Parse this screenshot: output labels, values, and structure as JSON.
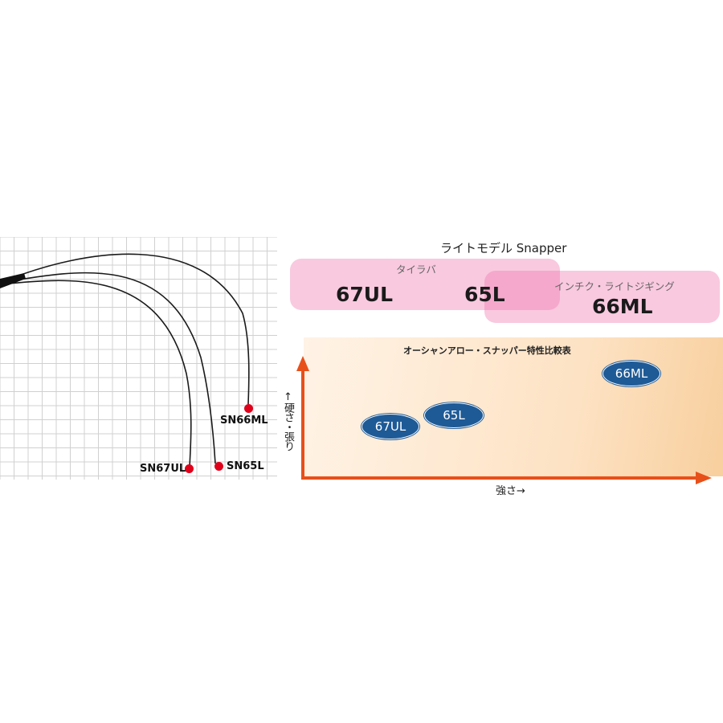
{
  "bend_chart": {
    "rods": [
      {
        "label": "SN66ML",
        "tip_color": "#e0001a"
      },
      {
        "label": "SN67UL",
        "tip_color": "#e0001a"
      },
      {
        "label": "SN65L",
        "tip_color": "#e0001a"
      }
    ]
  },
  "header": {
    "title": "ライトモデル Snapper"
  },
  "zones": [
    {
      "label": "タイラバ",
      "models": [
        "67UL",
        "65L"
      ],
      "color": "#f078af"
    },
    {
      "label": "インチク・ライトジギング",
      "models": [
        "66ML"
      ],
      "color": "#f078af"
    }
  ],
  "comparison_chart": {
    "title": "オーシャンアロー・スナッパー特性比較表",
    "y_axis_label": "↑硬さ・張り",
    "x_axis_label": "強さ→",
    "axis_color": "#e8501a",
    "pill_color": "#1e5a96",
    "models": [
      {
        "label": "67UL",
        "strength": 0.2,
        "stiffness": 0.38
      },
      {
        "label": "65L",
        "strength": 0.36,
        "stiffness": 0.45
      },
      {
        "label": "66ML",
        "strength": 0.8,
        "stiffness": 0.78
      }
    ]
  }
}
